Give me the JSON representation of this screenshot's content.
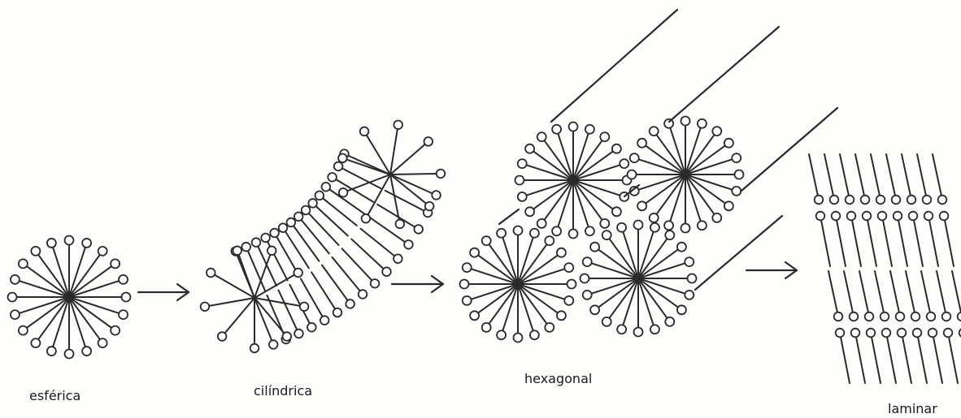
{
  "phases": {
    "spherical": "esférica",
    "cylindrical": "cilíndrica",
    "hexagonal": "hexagonal",
    "lamellar": "laminar"
  },
  "style": {
    "ink": "#2a2a2a",
    "background": "#fdfdfb"
  }
}
